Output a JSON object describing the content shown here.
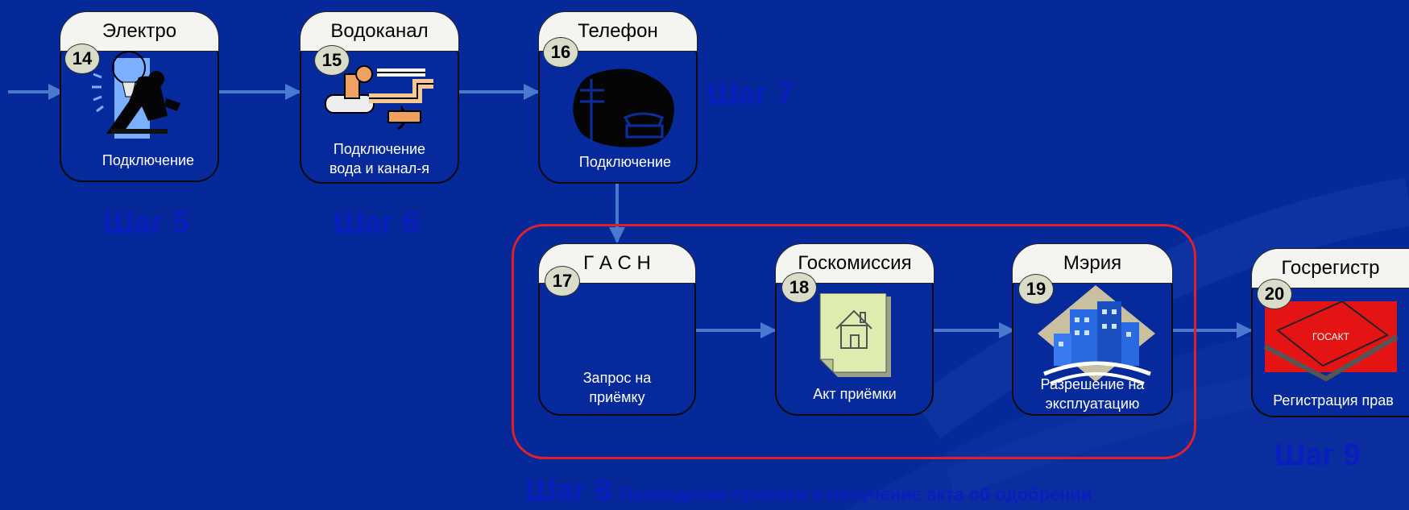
{
  "colors": {
    "background": "#06299a",
    "arrow": "#4a7ad0",
    "group_border": "#e0202a",
    "step_text": "#0a1ec0",
    "tab_fill": "#f4f4f0",
    "badge_fill": "#d9dcc9"
  },
  "steps": [
    {
      "number": "14",
      "title": "Электро",
      "caption": "Подключение",
      "icon": "worker-with-lightbulb-icon"
    },
    {
      "number": "15",
      "title": "Водоканал",
      "caption_line1": "Подключение",
      "caption_line2": "вода и канал-я",
      "icon": "faucet-and-pipes-icon"
    },
    {
      "number": "16",
      "title": "Телефон",
      "caption": "Подключение",
      "icon": "telephone-pole-icon"
    },
    {
      "number": "17",
      "title": "Г А С Н",
      "caption_line1": "Запрос на",
      "caption_line2": "приёмку"
    },
    {
      "number": "18",
      "title": "Госкомиссия",
      "caption": "Акт приёмки",
      "icon": "document-house-icon"
    },
    {
      "number": "19",
      "title": "Мэрия",
      "caption_line1": "Разрешение на",
      "caption_line2": "эксплуатацию",
      "icon": "city-buildings-icon"
    },
    {
      "number": "20",
      "title": "Госрегистр",
      "caption": "Регистрация прав",
      "icon": "gosakt-folder-icon",
      "icon_text": "ГОСАКТ"
    }
  ],
  "step_labels": {
    "step5": "Шаг 5",
    "step6": "Шаг 6",
    "step7": "Шаг 7",
    "step8": "Шаг 8",
    "step8_description": "Проведение приемки и получение акта об одобрении",
    "step9": "Шаг 9"
  }
}
